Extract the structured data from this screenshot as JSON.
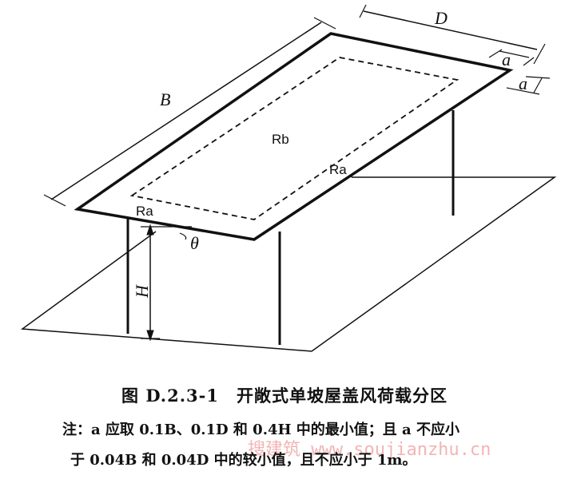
{
  "figure": {
    "labels": {
      "rb": "Rb",
      "ra_right": "Ra",
      "ra_left": "Ra",
      "b": "B",
      "d": "D",
      "a_top": "a",
      "a_right": "a",
      "h": "H",
      "theta": "θ"
    }
  },
  "caption": "图 D.2.3-1　开敞式单坡屋盖风荷载分区",
  "note_line1": "注：a 应取 0.1B、0.1D 和 0.4H 中的最小值；且 a 不应小",
  "note_line2": "于 0.04B 和 0.04D 中的较小值，且不应小于 1m。",
  "watermark": "搜建筑 www.soujianzhu.cn"
}
